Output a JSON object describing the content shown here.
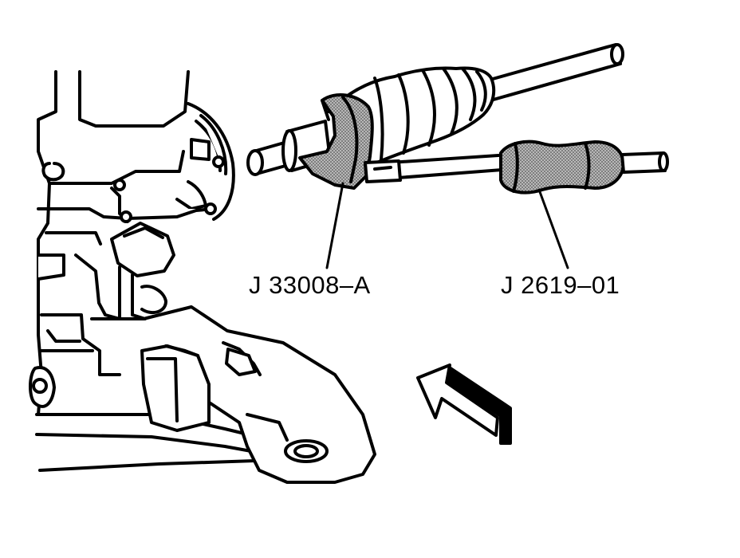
{
  "callouts": {
    "remover_tool": "J 33008–A",
    "slide_hammer": "J 2619–01"
  },
  "colors": {
    "line": "#000000",
    "background": "#ffffff",
    "tool_shading": "#9a9a9a"
  },
  "icons": {
    "direction_arrow": "hollow-arrow-pointing-up-left"
  }
}
